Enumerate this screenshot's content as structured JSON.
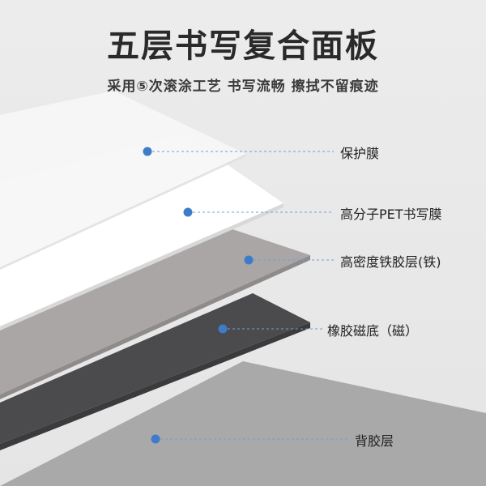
{
  "header": {
    "title": "五层书写复合面板",
    "subtitle": "采用⑤次滚涂工艺  书写流畅  擦拭不留痕迹"
  },
  "layers": [
    {
      "label": "保护膜",
      "color": "#f3f3f3"
    },
    {
      "label": "高分子PET书写膜",
      "color": "#ffffff"
    },
    {
      "label": "高密度铁胶层(铁)",
      "color": "#aaa6a6"
    },
    {
      "label": "橡胶磁底（磁）",
      "color": "#4b4b4d"
    },
    {
      "label": "背胶层",
      "color": "#a9a9a9"
    }
  ],
  "colors": {
    "marker": "#3d7cc9",
    "leader": "#6f9fd6"
  }
}
